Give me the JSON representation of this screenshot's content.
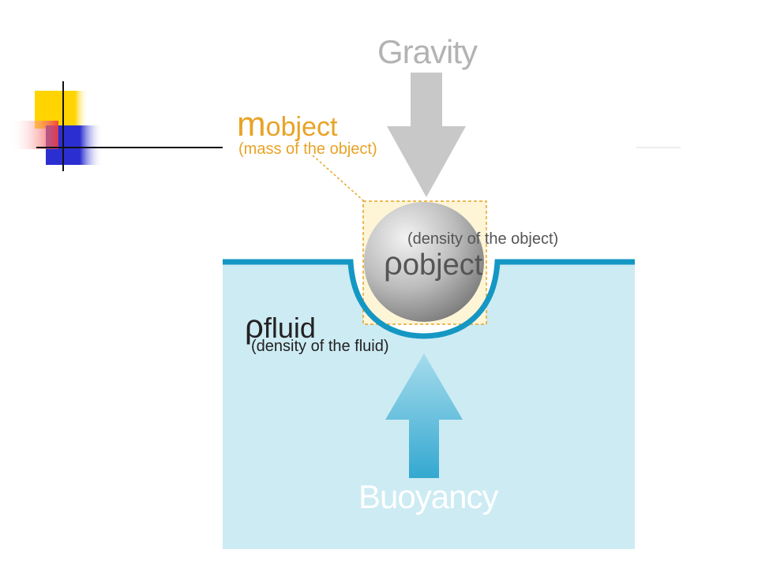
{
  "labels": {
    "gravity": "Gravity",
    "buoyancy": "Buoyancy",
    "mass_symbol": "m",
    "mass_symbol_rest": "object",
    "mass_desc": "(mass of the object)",
    "rho_glyph_object": "ρ",
    "rho_object_rest": "object",
    "rho_object_desc": "(density of the object)",
    "rho_glyph_fluid": "ρ",
    "rho_fluid_rest": "fluid",
    "rho_fluid_desc": "(density of the fluid)"
  },
  "colors": {
    "fluid_fill": "#cdebf3",
    "fluid_surface": "#1597c4",
    "gravity_arrow": "#c8c8c8",
    "buoyancy_arrow_top": "#a6dced",
    "buoyancy_arrow_bottom": "#34a8d0",
    "mass_accent": "#e8a326",
    "object_box_fill": "#fdf5d6",
    "deco_yellow": "#ffd400",
    "deco_red": "#f23a3a",
    "deco_blue": "#2b2fd1"
  }
}
